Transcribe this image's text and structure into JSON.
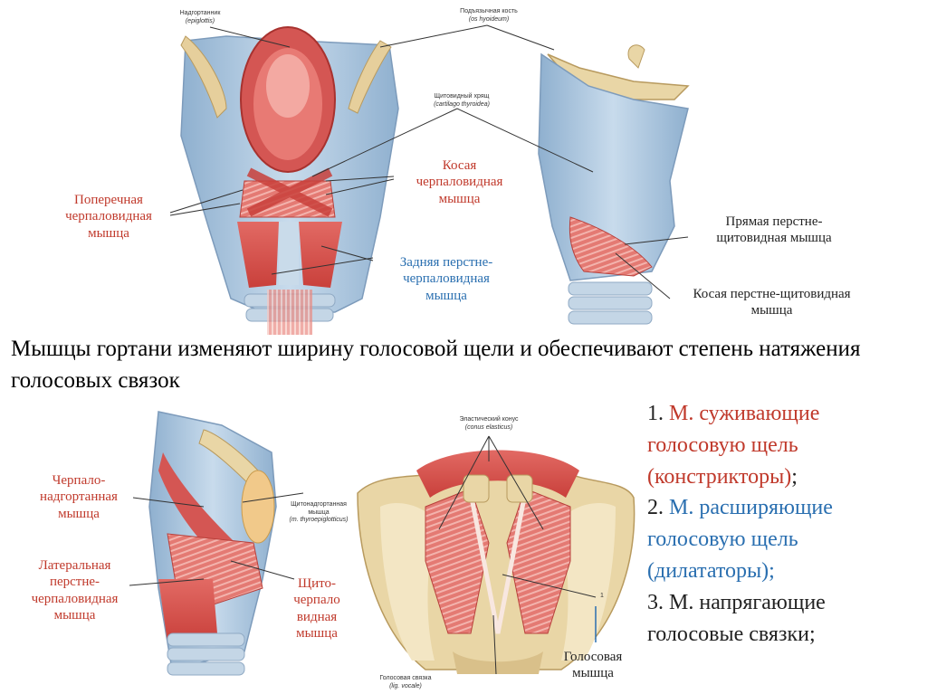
{
  "labels": {
    "transverse": "Поперечная\nчерпаловидная\nмышца",
    "oblique": "Косая\nчерпаловидная\nмышца",
    "posterior": "Задняя перстне-\nчерпаловидная\nмышца",
    "straight_ct": "Прямая перстне-\nщитовидная мышца",
    "oblique_ct": "Косая перстне-щитовидная\nмышца",
    "aryepiglottic": "Черпало-\nнадгортанная\nмышца",
    "lateral_ca": "Латеральная\nперстне-\nчерпаловидная\nмышца",
    "thyroarytenoid": "Щито-\nчерпало\nвидная\nмышца",
    "vocalis": "Голосовая\nмышца"
  },
  "small_labels": {
    "epiglottis_ru": "Надгортанник",
    "epiglottis_lat": "(epiglottis)",
    "hyoid_ru": "Подъязычная кость",
    "hyoid_lat": "(os hyoideum)",
    "thyroid_horn_ru": "Щитовидный хрящ",
    "thyroid_horn_lat": "(cartilago thyroidea)",
    "thyroepi_ru": "Щитонадгортанная\nмышца",
    "thyroepi_lat": "(m. thyroepiglotticus)",
    "conus_ru": "Эластический конус",
    "conus_lat": "(conus elasticus)",
    "vocal_lig_ru": "Голосовая связка",
    "vocal_lig_lat": "(lig. vocale)",
    "num_1": "1"
  },
  "heading": "Мышцы гортани изменяют ширину голосовой щели и обеспечивают степень натяжения голосовых связок",
  "list": [
    {
      "num": "1.",
      "m": "М.",
      "text": "суживающие голосовую щель (констрикторы)",
      "end": ";"
    },
    {
      "num": "2.",
      "m": "М.",
      "text": "расширяющие голосовую щель (дилататоры);",
      "end": ""
    },
    {
      "num": "3.",
      "m": "М.",
      "text": "напрягающие голосовые связки;",
      "end": ""
    }
  ],
  "colors": {
    "label_red": "#c0392b",
    "label_blue": "#2a6fb0",
    "cartilage": "#a9c4dd",
    "muscle": "#d9534f",
    "bone": "#e9d6a6"
  }
}
